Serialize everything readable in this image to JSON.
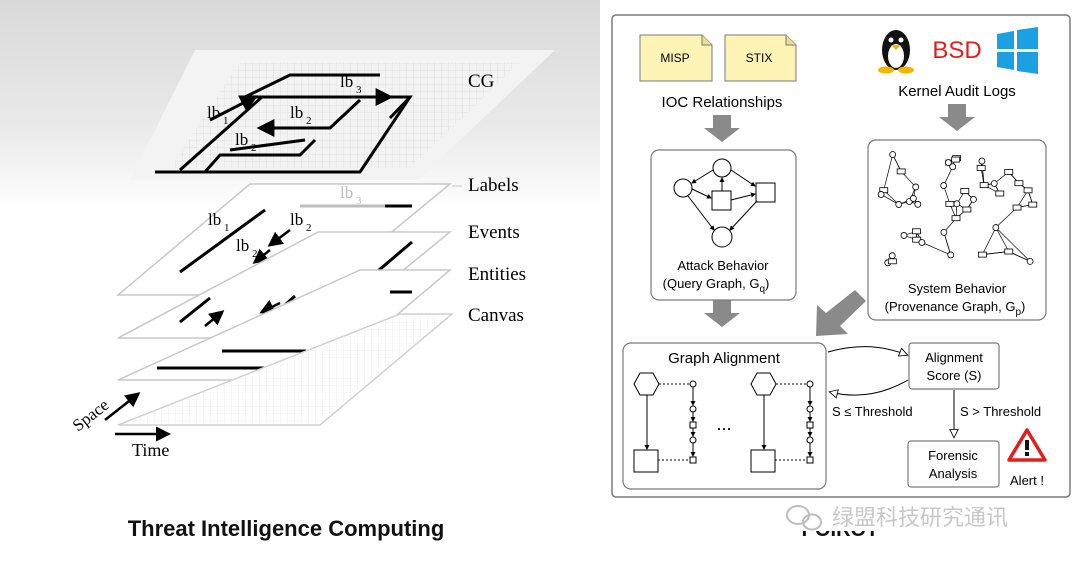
{
  "left": {
    "caption": "Threat Intelligence Computing",
    "layers": {
      "cg": "CG",
      "labels": "Labels",
      "events": "Events",
      "entities": "Entities",
      "canvas": "Canvas"
    },
    "axes": {
      "space": "Space",
      "time": "Time"
    },
    "lb_main": "lb",
    "sub_1": "1",
    "sub_2": "2",
    "sub_3": "3"
  },
  "right": {
    "title_partial": "POIROT",
    "sources_left": [
      "MISP",
      "STIX"
    ],
    "ioc": "IOC Relationships",
    "os_logos": {
      "linux": "tux-logo",
      "bsd": "BSD",
      "windows": "windows-logo"
    },
    "kernel": "Kernel Audit Logs",
    "attack": {
      "line1": "Attack Behavior",
      "line2_prefix": "(Query Graph, G",
      "line2_sub": "q",
      "line2_suffix": ")"
    },
    "system": {
      "line1": "System Behavior",
      "line2_prefix": "(Provenance Graph, G",
      "line2_sub": "p",
      "line2_suffix": ")"
    },
    "alignment": "Graph Alignment",
    "ellipsis": "...",
    "score": {
      "line1": "Alignment",
      "line2": "Score (S)"
    },
    "le_threshold": "S ≤ Threshold",
    "gt_threshold": "S > Threshold",
    "forensic": {
      "line1": "Forensic",
      "line2": "Analysis"
    },
    "alert": "Alert !"
  },
  "watermark": "绿盟科技研究通讯",
  "colors": {
    "note_yellow": "#fdf3b5",
    "alert_red": "#e02020",
    "arrow_gray": "#8a8a8a",
    "win_blue": "#1ba1e2"
  }
}
